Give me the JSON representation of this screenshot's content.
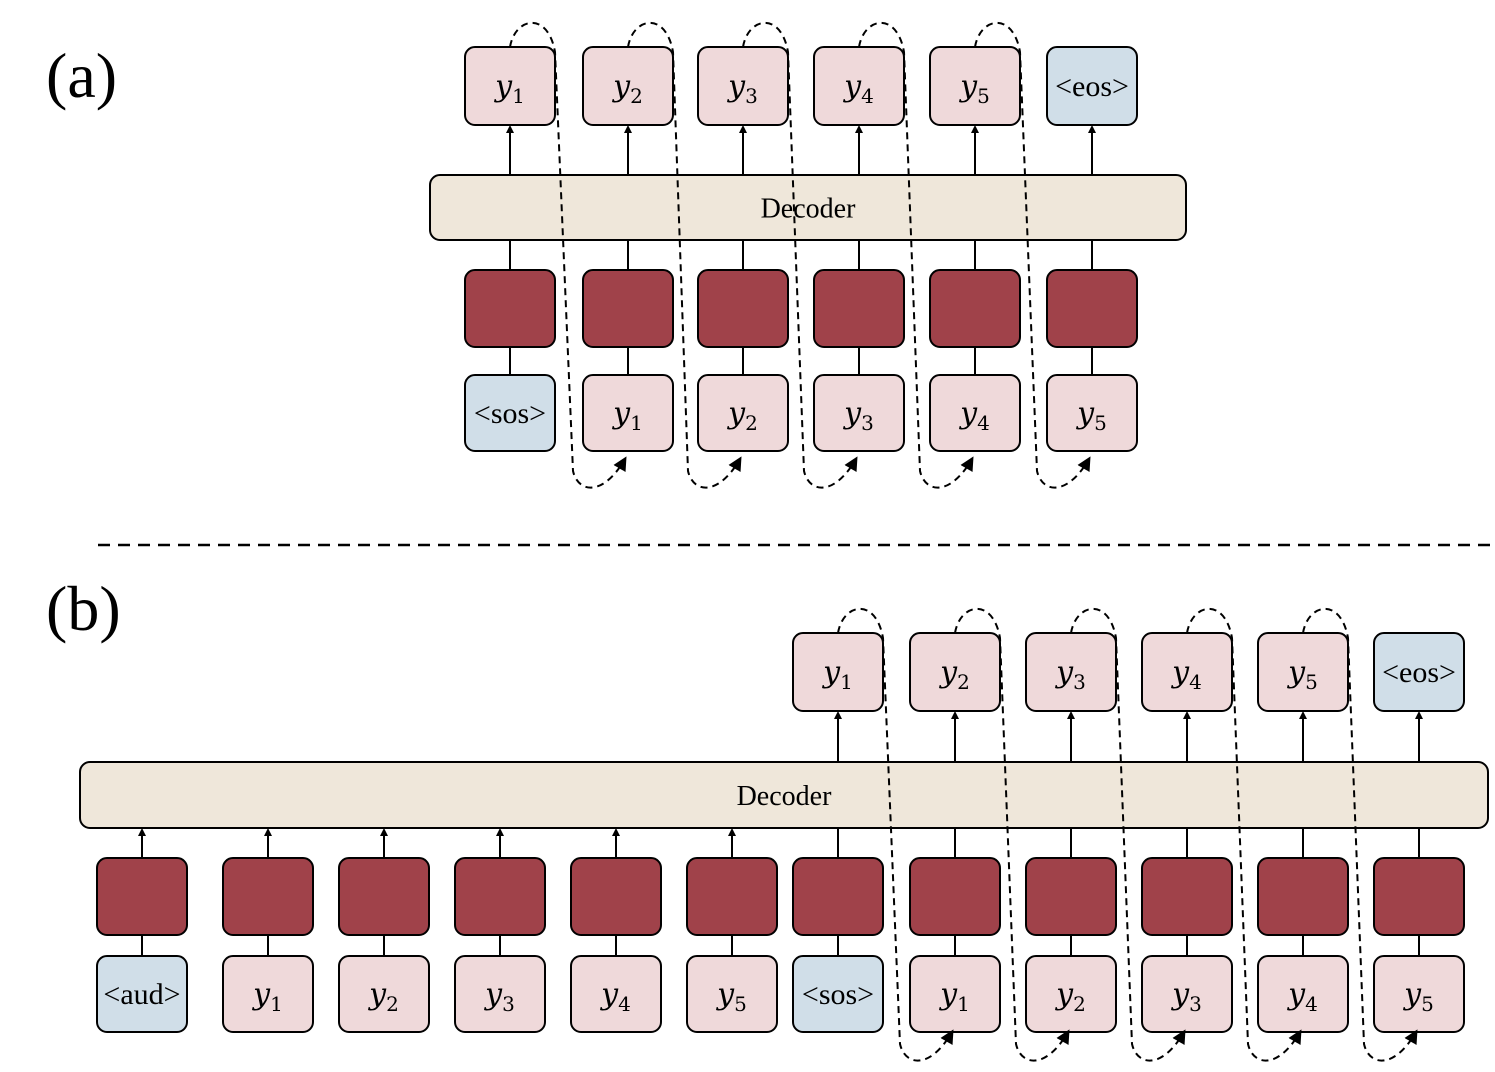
{
  "colors": {
    "token_pink": "#efd9da",
    "token_blue": "#d0dee8",
    "embed_red": "#a0424a",
    "decoder_beige": "#efe7da",
    "stroke": "#000000"
  },
  "panel_a": {
    "label": "(a)",
    "decoder_label": "Decoder",
    "outputs": [
      {
        "text": "y",
        "sub": "1",
        "kind": "token"
      },
      {
        "text": "y",
        "sub": "2",
        "kind": "token"
      },
      {
        "text": "y",
        "sub": "3",
        "kind": "token"
      },
      {
        "text": "y",
        "sub": "4",
        "kind": "token"
      },
      {
        "text": "y",
        "sub": "5",
        "kind": "token"
      },
      {
        "text": "<eos>",
        "sub": "",
        "kind": "special"
      }
    ],
    "inputs": [
      {
        "text": "<sos>",
        "sub": "",
        "kind": "special"
      },
      {
        "text": "y",
        "sub": "1",
        "kind": "token"
      },
      {
        "text": "y",
        "sub": "2",
        "kind": "token"
      },
      {
        "text": "y",
        "sub": "3",
        "kind": "token"
      },
      {
        "text": "y",
        "sub": "4",
        "kind": "token"
      },
      {
        "text": "y",
        "sub": "5",
        "kind": "token"
      }
    ]
  },
  "panel_b": {
    "label": "(b)",
    "decoder_label": "Decoder",
    "outputs": [
      {
        "text": "y",
        "sub": "1",
        "kind": "token"
      },
      {
        "text": "y",
        "sub": "2",
        "kind": "token"
      },
      {
        "text": "y",
        "sub": "3",
        "kind": "token"
      },
      {
        "text": "y",
        "sub": "4",
        "kind": "token"
      },
      {
        "text": "y",
        "sub": "5",
        "kind": "token"
      },
      {
        "text": "<eos>",
        "sub": "",
        "kind": "special"
      }
    ],
    "inputs": [
      {
        "text": "<aud>",
        "sub": "",
        "kind": "special"
      },
      {
        "text": "y",
        "sub": "1",
        "kind": "token"
      },
      {
        "text": "y",
        "sub": "2",
        "kind": "token"
      },
      {
        "text": "y",
        "sub": "3",
        "kind": "token"
      },
      {
        "text": "y",
        "sub": "4",
        "kind": "token"
      },
      {
        "text": "y",
        "sub": "5",
        "kind": "token"
      },
      {
        "text": "<sos>",
        "sub": "",
        "kind": "special"
      },
      {
        "text": "y",
        "sub": "1",
        "kind": "token"
      },
      {
        "text": "y",
        "sub": "2",
        "kind": "token"
      },
      {
        "text": "y",
        "sub": "3",
        "kind": "token"
      },
      {
        "text": "y",
        "sub": "4",
        "kind": "token"
      },
      {
        "text": "y",
        "sub": "5",
        "kind": "token"
      }
    ]
  }
}
